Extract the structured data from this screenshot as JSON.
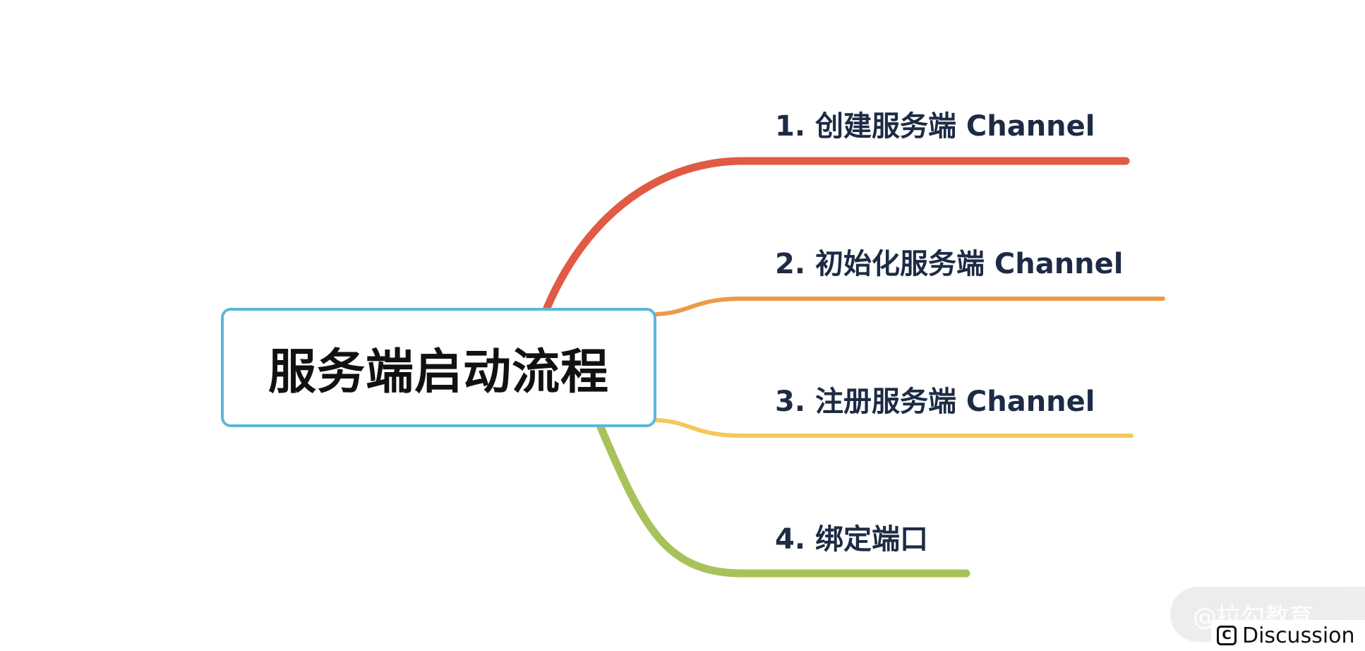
{
  "root": {
    "title": "服务端启动流程",
    "border_color": "#5ab8d8"
  },
  "branches": [
    {
      "label": "1. 创建服务端 Channel",
      "color": "#e05a44"
    },
    {
      "label": "2. 初始化服务端 Channel",
      "color": "#eb9a48"
    },
    {
      "label": "3. 注册服务端 Channel",
      "color": "#f4c95a"
    },
    {
      "label": "4. 绑定端口",
      "color": "#a8c25a"
    }
  ],
  "watermark": {
    "text": "@拉勾教育"
  },
  "discussion": {
    "label": "Discussion",
    "icon": "copyright-icon"
  }
}
